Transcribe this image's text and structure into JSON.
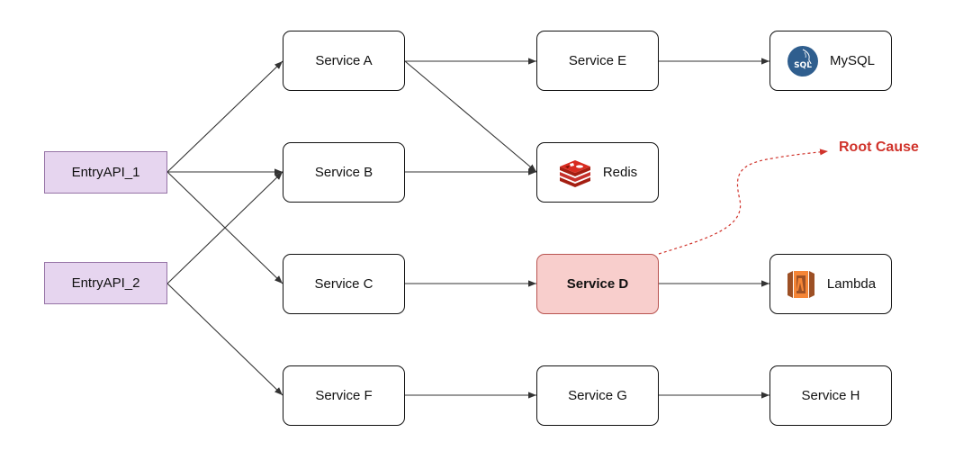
{
  "nodes": {
    "entry1": "EntryAPI_1",
    "entry2": "EntryAPI_2",
    "a": "Service A",
    "b": "Service B",
    "c": "Service C",
    "d": "Service D",
    "e": "Service E",
    "f": "Service F",
    "g": "Service G",
    "h": "Service H",
    "mysql": "MySQL",
    "redis": "Redis",
    "lambda": "Lambda"
  },
  "annotation": {
    "root_cause": "Root Cause"
  },
  "icons": {
    "mysql": "sql-logo-icon",
    "redis": "redis-logo-icon",
    "lambda": "lambda-logo-icon"
  },
  "colors": {
    "entry_fill": "#e6d5ef",
    "root_fill": "#f8cecc",
    "root_border": "#b85450",
    "root_text": "#d0332b"
  }
}
